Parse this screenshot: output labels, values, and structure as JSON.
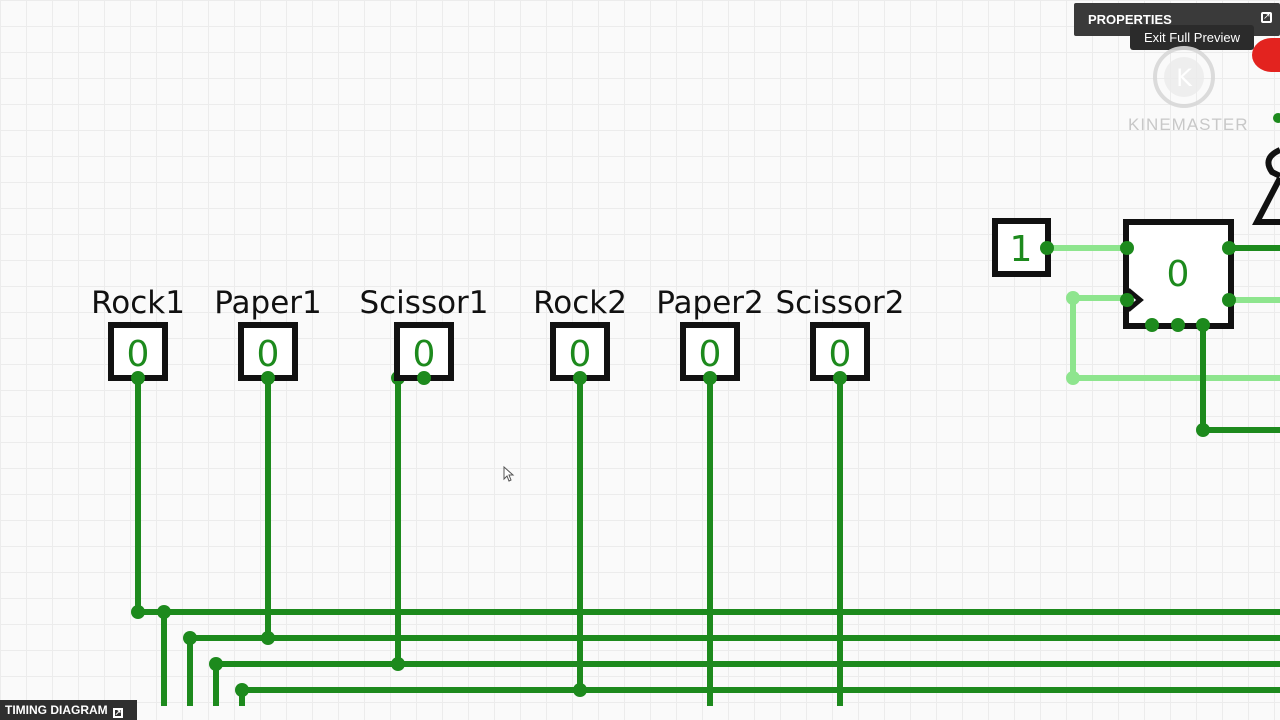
{
  "inputs": [
    {
      "label": "Rock1",
      "value": "0"
    },
    {
      "label": "Paper1",
      "value": "0"
    },
    {
      "label": "Scissor1",
      "value": "0"
    },
    {
      "label": "Rock2",
      "value": "0"
    },
    {
      "label": "Paper2",
      "value": "0"
    },
    {
      "label": "Scissor2",
      "value": "0"
    }
  ],
  "constant_input": {
    "value": "1"
  },
  "flipflop": {
    "output": "0"
  },
  "panel": {
    "title": "PROPERTIES",
    "expand_glyph": "↗"
  },
  "exit_preview": "Exit Full Preview",
  "watermark": {
    "text": "KINEMASTER",
    "logo": "K"
  },
  "timing_diagram": {
    "label": "TIMING DIAGRAM",
    "glyph": "↗"
  },
  "colors": {
    "wire_dark": "#1d8a1d",
    "wire_light": "#8ee58e",
    "box_border": "#111111",
    "accent_red": "#e3231f"
  }
}
